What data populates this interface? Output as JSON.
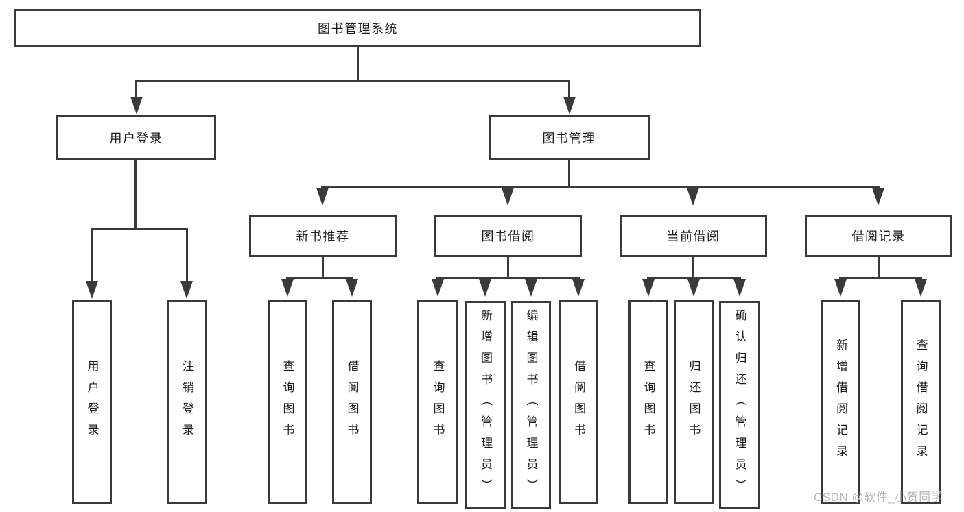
{
  "tree": {
    "label": "图书管理系统",
    "children": [
      {
        "label": "用户登录",
        "children": [
          {
            "label": "用户登录"
          },
          {
            "label": "注销登录"
          }
        ]
      },
      {
        "label": "图书管理",
        "children": [
          {
            "label": "新书推荐",
            "children": [
              {
                "label": "查询图书"
              },
              {
                "label": "借阅图书"
              }
            ]
          },
          {
            "label": "图书借阅",
            "children": [
              {
                "label": "查询图书"
              },
              {
                "label": "新增图书（管理员）"
              },
              {
                "label": "编辑图书（管理员）"
              },
              {
                "label": "借阅图书"
              }
            ]
          },
          {
            "label": "当前借阅",
            "children": [
              {
                "label": "查询图书"
              },
              {
                "label": "归还图书"
              },
              {
                "label": "确认归还（管理员）"
              }
            ]
          },
          {
            "label": "借阅记录",
            "children": [
              {
                "label": "新增借阅记录"
              },
              {
                "label": "查询借阅记录"
              }
            ]
          }
        ]
      }
    ]
  },
  "watermark": {
    "text": "CSDN @软件_小贺同学"
  },
  "colors": {
    "line": "#3a3a3a",
    "text": "#1c1c1c",
    "watermark": "#b8b8b8",
    "bg": "#ffffff"
  }
}
